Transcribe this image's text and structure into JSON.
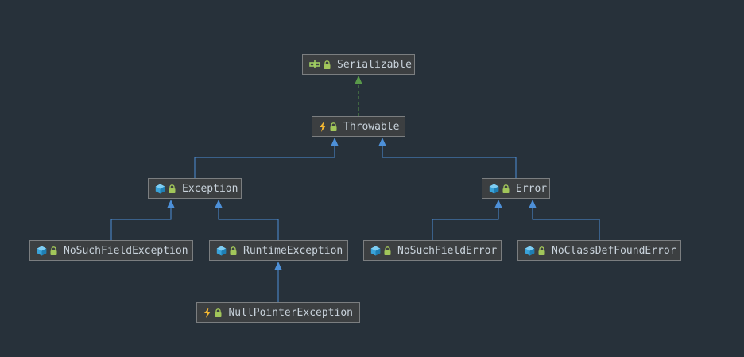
{
  "diagram": {
    "nodes": {
      "serializable": {
        "label": "Serializable",
        "kind": "interface-icon"
      },
      "throwable": {
        "label": "Throwable",
        "kind": "exception-class-icon"
      },
      "exception": {
        "label": "Exception",
        "kind": "class-icon"
      },
      "error": {
        "label": "Error",
        "kind": "class-icon"
      },
      "nosuchfieldexception": {
        "label": "NoSuchFieldException",
        "kind": "class-icon"
      },
      "runtimeexception": {
        "label": "RuntimeException",
        "kind": "class-icon"
      },
      "nosuchfielderror": {
        "label": "NoSuchFieldError",
        "kind": "class-icon"
      },
      "noclassdeffounderror": {
        "label": "NoClassDefFoundError",
        "kind": "class-icon"
      },
      "nullpointerexception": {
        "label": "NullPointerException",
        "kind": "exception-class-icon"
      }
    }
  },
  "colors": {
    "background": "#27313a",
    "node_fill": "#3c3f41",
    "node_border": "#7b7e80",
    "text": "#c9d3dc",
    "extends_edge": "#4d90d8",
    "implements_edge": "#5a9a4a",
    "class_icon": "#3aa3d9",
    "interface_icon": "#9ecb62",
    "exception_icon": "#f5b832",
    "lock_icon": "#a2c65a"
  }
}
